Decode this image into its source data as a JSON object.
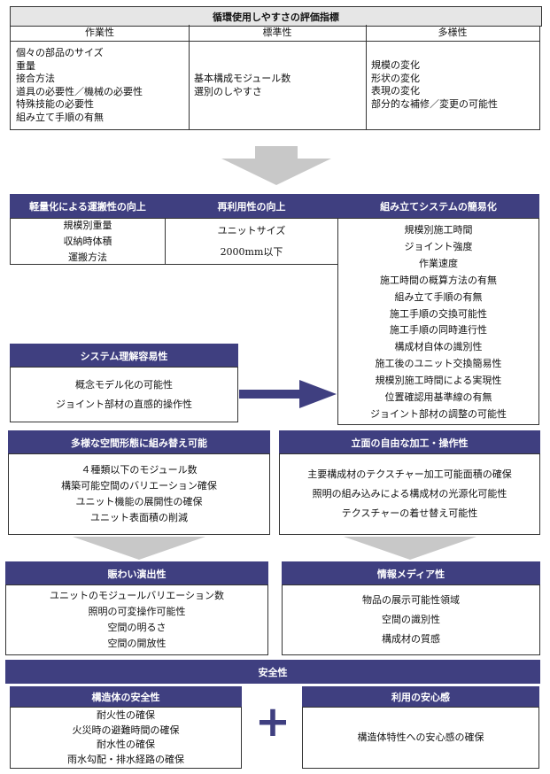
{
  "top_table": {
    "title": "循環使用しやすさの評価指標",
    "columns": [
      {
        "header": "作業性",
        "items": [
          "個々の部品のサイズ",
          "重量",
          "接合方法",
          "道具の必要性／機械の必要性",
          "特殊技能の必要性",
          "組み立て手順の有無"
        ]
      },
      {
        "header": "標準性",
        "items": [
          "基本構成モジュール数",
          "選別のしやすさ"
        ]
      },
      {
        "header": "多様性",
        "items": [
          "規模の変化",
          "形状の変化",
          "表現の変化",
          "部分的な補修／変更の可能性"
        ]
      }
    ]
  },
  "weight": {
    "title": "軽量化による運搬性の向上",
    "items": [
      "規模別重量",
      "収納時体積",
      "運搬方法"
    ]
  },
  "reuse": {
    "title": "再利用性の向上",
    "items": [
      "ユニットサイズ",
      "2000mm以下"
    ]
  },
  "assembly": {
    "title": "組み立てシステムの簡易化",
    "items": [
      "規模別施工時間",
      "ジョイント強度",
      "作業速度",
      "施工時間の概算方法の有無",
      "組み立て手順の有無",
      "施工手順の交換可能性",
      "施工手順の同時進行性",
      "構成材自体の識別性",
      "施工後のユニット交換簡易性",
      "規模別施工時間による実現性",
      "位置確認用基準線の有無",
      "ジョイント部材の調整の可能性"
    ]
  },
  "system": {
    "title": "システム理解容易性",
    "items": [
      "概念モデル化の可能性",
      "ジョイント部材の直感的操作性"
    ]
  },
  "space": {
    "title": "多様な空間形態に組み替え可能",
    "items": [
      "４種類以下のモジュール数",
      "構築可能空間のバリエーション確保",
      "ユニット機能の展開性の確保",
      "ユニット表面積の削減"
    ]
  },
  "facade": {
    "title": "立面の自由な加工・操作性",
    "items": [
      "主要構成材のテクスチャー加工可能面積の確保",
      "照明の組み込みによる構成材の光源化可能性",
      "テクスチャーの着せ替え可能性"
    ]
  },
  "lively": {
    "title": "賑わい演出性",
    "items": [
      "ユニットのモジュールバリエーション数",
      "照明の可変操作可能性",
      "空間の明るさ",
      "空間の開放性"
    ]
  },
  "media": {
    "title": "情報メディア性",
    "items": [
      "物品の展示可能性領域",
      "空間の識別性",
      "構成材の質感"
    ]
  },
  "safety": {
    "title": "安全性",
    "structure": {
      "title": "構造体の安全性",
      "items": [
        "耐火性の確保",
        "火災時の避難時間の確保",
        "耐水性の確保",
        "雨水勾配・排水経路の確保"
      ]
    },
    "plus": "+",
    "usage": {
      "title": "利用の安心感",
      "items": [
        "構造体特性への安心感の確保"
      ]
    }
  },
  "colors": {
    "header": "#3f3f80",
    "arrow_gray": "#c8c8c8",
    "arrow_blue": "#3f3f80"
  }
}
